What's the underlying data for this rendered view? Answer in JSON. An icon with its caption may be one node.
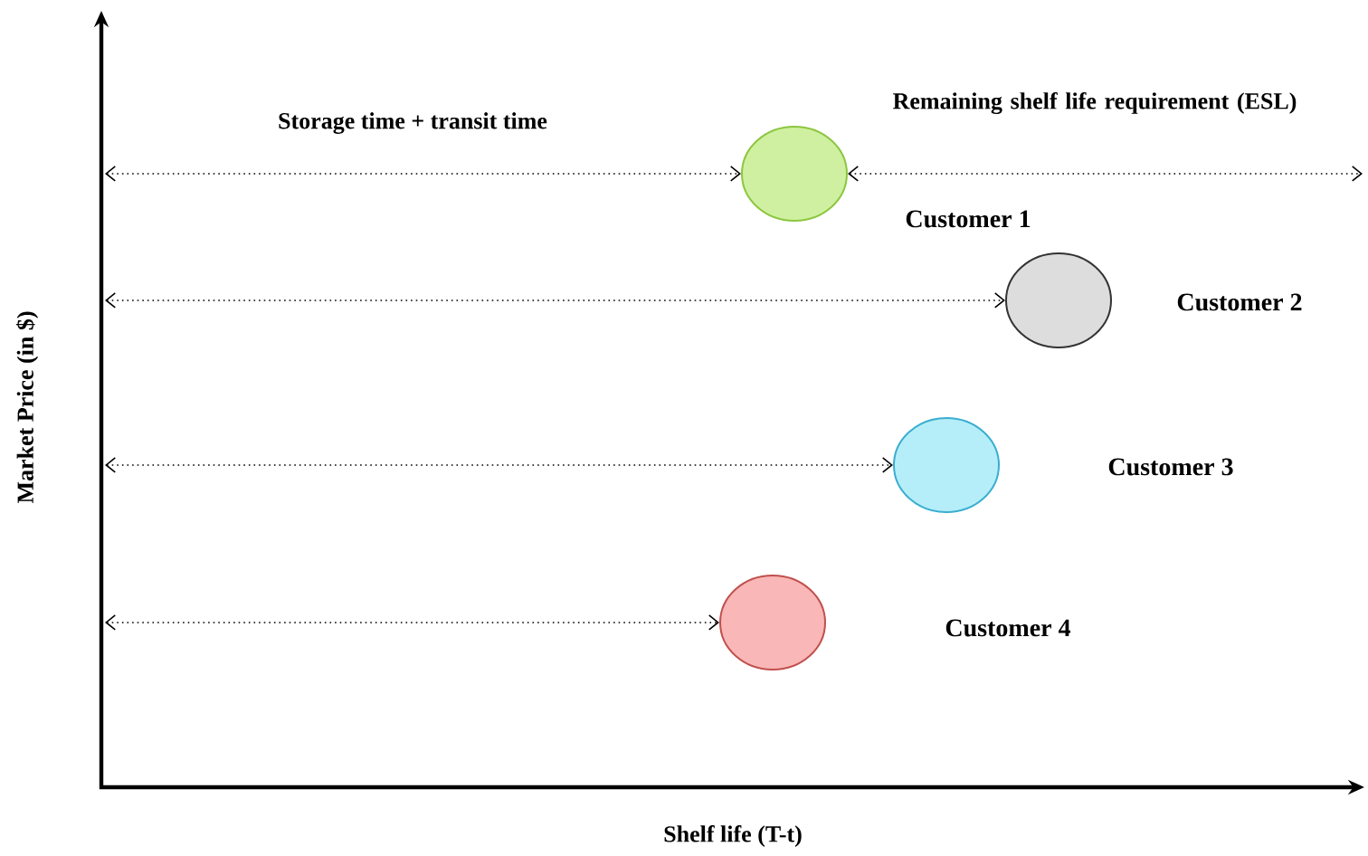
{
  "diagram": {
    "nodes": [
      {
        "text": [],
        "shape": "circle"
      },
      {
        "text": [],
        "shape": "circle"
      },
      {
        "text": [],
        "shape": "circle"
      },
      {
        "text": [],
        "shape": "circle"
      }
    ],
    "edges": [
      {
        "from": null,
        "to": 0,
        "arrow": "both"
      },
      {
        "from": 0,
        "to": null,
        "arrow": "both"
      },
      {
        "from": null,
        "to": 1,
        "arrow": "both"
      },
      {
        "from": null,
        "to": 2,
        "arrow": "both"
      },
      {
        "from": null,
        "to": 3,
        "arrow": "both"
      }
    ],
    "labels": [
      "Storage time + transit time",
      "Remaining shelf life requirement (ESL)",
      "Customer 1",
      "Customer 2",
      "Customer 3",
      "Customer 4",
      "Market Price (in $)",
      "Shelf life (T-t)"
    ]
  }
}
